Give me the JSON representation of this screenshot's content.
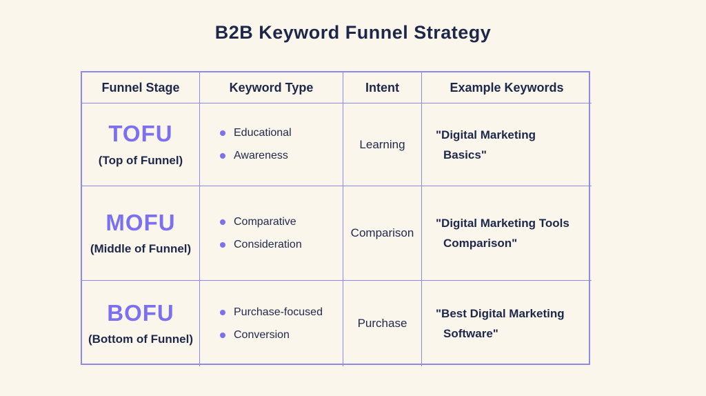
{
  "page": {
    "title": "B2B Keyword Funnel Strategy",
    "background_color": "#FBF6EC",
    "title_color": "#1D2749",
    "accent_purple": "#7B70EF",
    "border_color": "#8E88E8",
    "text_navy": "#212A4D"
  },
  "table": {
    "headers": {
      "funnel_stage": "Funnel Stage",
      "keyword_type": "Keyword Type",
      "intent": "Intent",
      "example_keywords": "Example Keywords"
    },
    "rows": [
      {
        "stage_abbr": "TOFU",
        "stage_full": "(Top of Funnel)",
        "keyword_types": [
          "Educational",
          "Awareness"
        ],
        "intent": "Learning",
        "example_line1": "\"Digital Marketing",
        "example_line2": "Basics\""
      },
      {
        "stage_abbr": "MOFU",
        "stage_full": "(Middle of Funnel)",
        "keyword_types": [
          "Comparative",
          "Consideration"
        ],
        "intent": "Comparison",
        "example_line1": "\"Digital Marketing Tools",
        "example_line2": "Comparison\""
      },
      {
        "stage_abbr": "BOFU",
        "stage_full": "(Bottom of Funnel)",
        "keyword_types": [
          "Purchase-focused",
          "Conversion"
        ],
        "intent": "Purchase",
        "example_line1": "\"Best Digital Marketing",
        "example_line2": "Software\""
      }
    ]
  }
}
